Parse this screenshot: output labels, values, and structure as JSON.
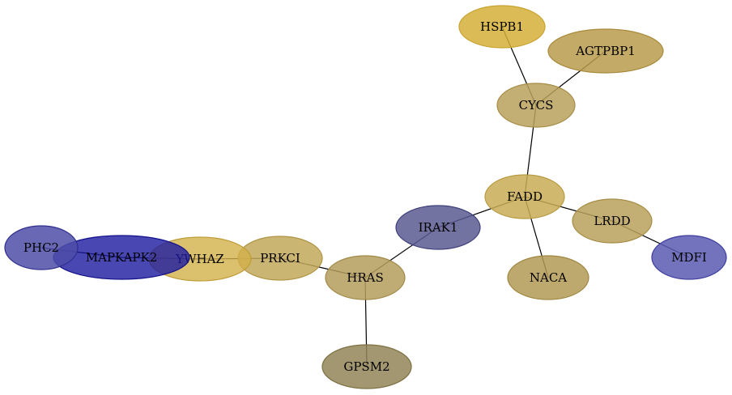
{
  "nodes": [
    {
      "id": "HSPB1",
      "label": "HSPB1",
      "fill": "#d4af37",
      "stroke": "#c9a330"
    },
    {
      "id": "AGTPBP1",
      "label": "AGTPBP1",
      "fill": "#b89b4c",
      "stroke": "#a88a3c"
    },
    {
      "id": "CYCS",
      "label": "CYCS",
      "fill": "#b8a05a",
      "stroke": "#a68d46"
    },
    {
      "id": "FADD",
      "label": "FADD",
      "fill": "#c9ac56",
      "stroke": "#b79a44"
    },
    {
      "id": "LRDD",
      "label": "LRDD",
      "fill": "#b8a05a",
      "stroke": "#a68d46"
    },
    {
      "id": "MDFI",
      "label": "MDFI",
      "fill": "#5b5ab2",
      "stroke": "#3d3da0"
    },
    {
      "id": "NACA",
      "label": "NACA",
      "fill": "#b19a55",
      "stroke": "#9f8742"
    },
    {
      "id": "IRAK1",
      "label": "IRAK1",
      "fill": "#5a5a92",
      "stroke": "#3f3f7c"
    },
    {
      "id": "HRAS",
      "label": "HRAS",
      "fill": "#b49e5c",
      "stroke": "#a08a47"
    },
    {
      "id": "GPSM2",
      "label": "GPSM2",
      "fill": "#928557",
      "stroke": "#7d7043"
    },
    {
      "id": "PRKCI",
      "label": "PRKCI",
      "fill": "#c2a85a",
      "stroke": "#b09545"
    },
    {
      "id": "YWHAZ",
      "label": "YWHAZ",
      "fill": "#d2b048",
      "stroke": "#c09c38"
    },
    {
      "id": "MAPKAPK2",
      "label": "MAPKAPK2",
      "fill": "#1c1aa0",
      "stroke": "#12108a"
    },
    {
      "id": "PHC2",
      "label": "PHC2",
      "fill": "#4e4ea8",
      "stroke": "#2f2f8e"
    }
  ],
  "edges": [
    [
      "HSPB1",
      "CYCS"
    ],
    [
      "AGTPBP1",
      "CYCS"
    ],
    [
      "CYCS",
      "FADD"
    ],
    [
      "FADD",
      "LRDD"
    ],
    [
      "LRDD",
      "MDFI"
    ],
    [
      "FADD",
      "NACA"
    ],
    [
      "FADD",
      "IRAK1"
    ],
    [
      "IRAK1",
      "HRAS"
    ],
    [
      "HRAS",
      "GPSM2"
    ],
    [
      "HRAS",
      "PRKCI"
    ],
    [
      "PRKCI",
      "YWHAZ"
    ],
    [
      "YWHAZ",
      "MAPKAPK2"
    ],
    [
      "MAPKAPK2",
      "PHC2"
    ]
  ]
}
